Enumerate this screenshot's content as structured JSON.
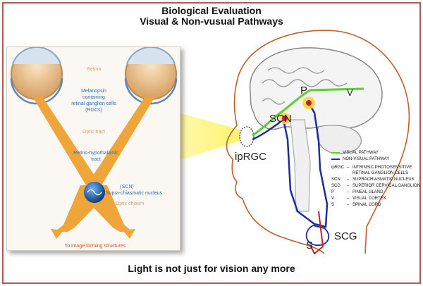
{
  "title": "Biological Evaluation",
  "subtitle": "Visual & Non-vusual Pathways",
  "footer": "Light is not just for vision any more",
  "colors": {
    "frame": "#b05a55",
    "optic": "#f0a53a",
    "blue_label": "#2f6fb3",
    "tan_label": "#d2a06c",
    "visual_pathway": "#58d12b",
    "non_visual_pathway": "#1c2d9c",
    "head_outline": "#c0602a"
  },
  "eye_diagram": {
    "retina": "Retina",
    "melanopsin": [
      "Melanopsin",
      "containing",
      "retinal ganglion cells",
      "(RGCs)"
    ],
    "optic_tract": "Optic tract",
    "retino": [
      "Retino-hypothalamic",
      "tract"
    ],
    "scn": [
      "(SCN)",
      "Supra-chiasmatic nucleus"
    ],
    "optic_chiasm": "Optic chiasm",
    "image_forming": "To image forming structures"
  },
  "head_diagram": {
    "label_p": "P",
    "label_v": "V",
    "label_scn": "SCN",
    "label_iprgc": "ipRGC",
    "label_scg": "SCG",
    "label_s": "S"
  },
  "legend": {
    "visual": "VISUAL PATHWAY",
    "non_visual": "NON-VISUAL PATHWAY",
    "items": [
      {
        "abbr": "ipRGC",
        "text": "INTRINSIC PHOTOSENSITIVE RETINAL GANGLION CELLS"
      },
      {
        "abbr": "SCN",
        "text": "SUPRACHIASMATIC NUCLEUS"
      },
      {
        "abbr": "SCG",
        "text": "SUPERIOR CERVICAL GANGLION"
      },
      {
        "abbr": "P",
        "text": "PINEAL GLAND"
      },
      {
        "abbr": "V",
        "text": "VISUAL CORTEX"
      },
      {
        "abbr": "S",
        "text": "SPINAL CORD"
      }
    ]
  }
}
